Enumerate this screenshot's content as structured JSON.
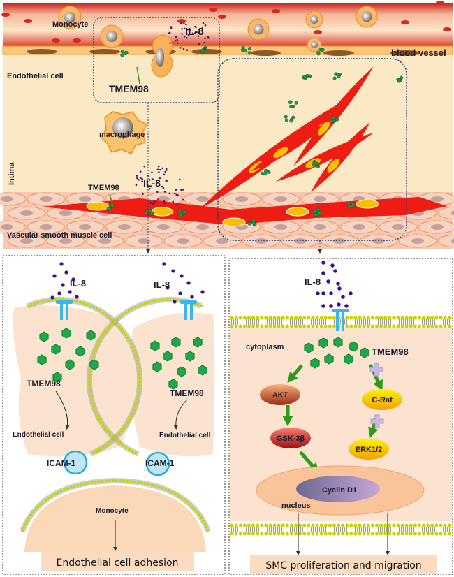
{
  "top_panel": {
    "monocyte": "Monocyte",
    "il8_top": "IL-8",
    "blood_vessel": "blood vessel",
    "endothelial_cell": "Endothelial cell",
    "tmem98_top": "TMEM98",
    "macrophage": "macrophage",
    "intima": "Intima",
    "tmem98_smc": "TMEM98",
    "il8_smc": "IL-8",
    "vsmc": "Vascular smooth muscle cell"
  },
  "left_panel": {
    "il8_left": "IL-8",
    "il8_right": "IL-8",
    "tmem98_left": "TMEM98",
    "tmem98_right": "TMEM98",
    "endothelial_left": "Endothelial cell",
    "endothelial_right": "Endothelial cell",
    "icam_left": "ICAM-1",
    "icam_right": "ICAM-1",
    "monocyte": "Monocyte",
    "caption": "Endothelial cell adhesion"
  },
  "right_panel": {
    "il8": "IL-8",
    "cytoplasm": "cytoplasm",
    "tmem98": "TMEM98",
    "akt": "AKT",
    "gsk": "GSK-3β",
    "craf": "C-Raf",
    "erk": "ERK1/2",
    "cyclin": "Cyclin D1",
    "nucleus": "nucleus",
    "caption": "SMC proliferation and migration"
  },
  "colors": {
    "blood": "#d42a1e",
    "intima": "#fbe9c6",
    "smc": "#ee1c12",
    "tmem98": "#1e9a4e",
    "il8": "#1a1aa8",
    "membrane": "#c8d400",
    "receptor": "#3ab6e8",
    "caption_bg": "#fbdcc0"
  }
}
